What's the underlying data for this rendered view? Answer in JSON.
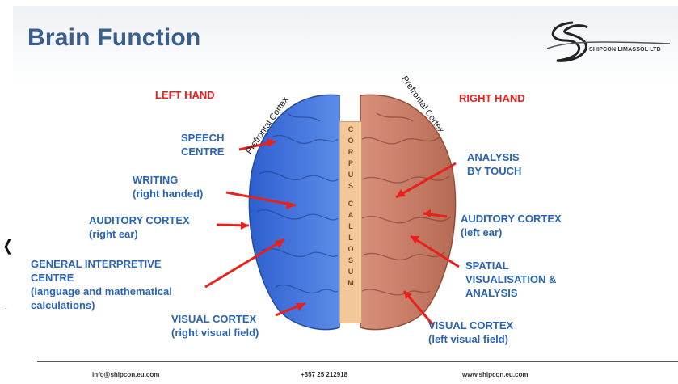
{
  "slide": {
    "title": "Brain Function",
    "logo": {
      "name": "SHIPCON LIMASSOL LTD",
      "icon": "swoosh-logo-icon"
    },
    "hemisphere_labels": {
      "left": "LEFT HAND",
      "right": "RIGHT HAND"
    },
    "corpus_callosum": [
      "C",
      "O",
      "R",
      "P",
      "U",
      "S",
      "",
      "C",
      "A",
      "L",
      "L",
      "O",
      "S",
      "U",
      "M"
    ],
    "prefrontal_left": "Prefrontal Cortex",
    "prefrontal_right": "Prefrontal Cortex",
    "left_labels": {
      "speech": [
        "SPEECH",
        "CENTRE"
      ],
      "writing": [
        "WRITING",
        "(right handed)"
      ],
      "auditory": [
        "AUDITORY CORTEX",
        "(right ear)"
      ],
      "general": [
        "GENERAL INTERPRETIVE",
        "CENTRE",
        "(language and mathematical",
        "calculations)"
      ],
      "visual": [
        "VISUAL CORTEX",
        "(right visual field)"
      ]
    },
    "right_labels": {
      "analysis": [
        "ANALYSIS",
        "BY TOUCH"
      ],
      "auditory": [
        "AUDITORY CORTEX",
        "(left ear)"
      ],
      "spatial": [
        "SPATIAL",
        "VISUALISATION &",
        "ANALYSIS"
      ],
      "visual": [
        "VISUAL CORTEX",
        "(left visual field)"
      ]
    },
    "colors": {
      "title": "#3a5f8e",
      "red": "#e8211c",
      "blue": "#2a65b5",
      "left_brain": "#3f6fd6",
      "right_brain": "#c77b64"
    }
  },
  "footer": {
    "email": "info@shipcon.eu.com",
    "phone": "+357 25 212918",
    "website": "www.shipcon.eu.com"
  }
}
